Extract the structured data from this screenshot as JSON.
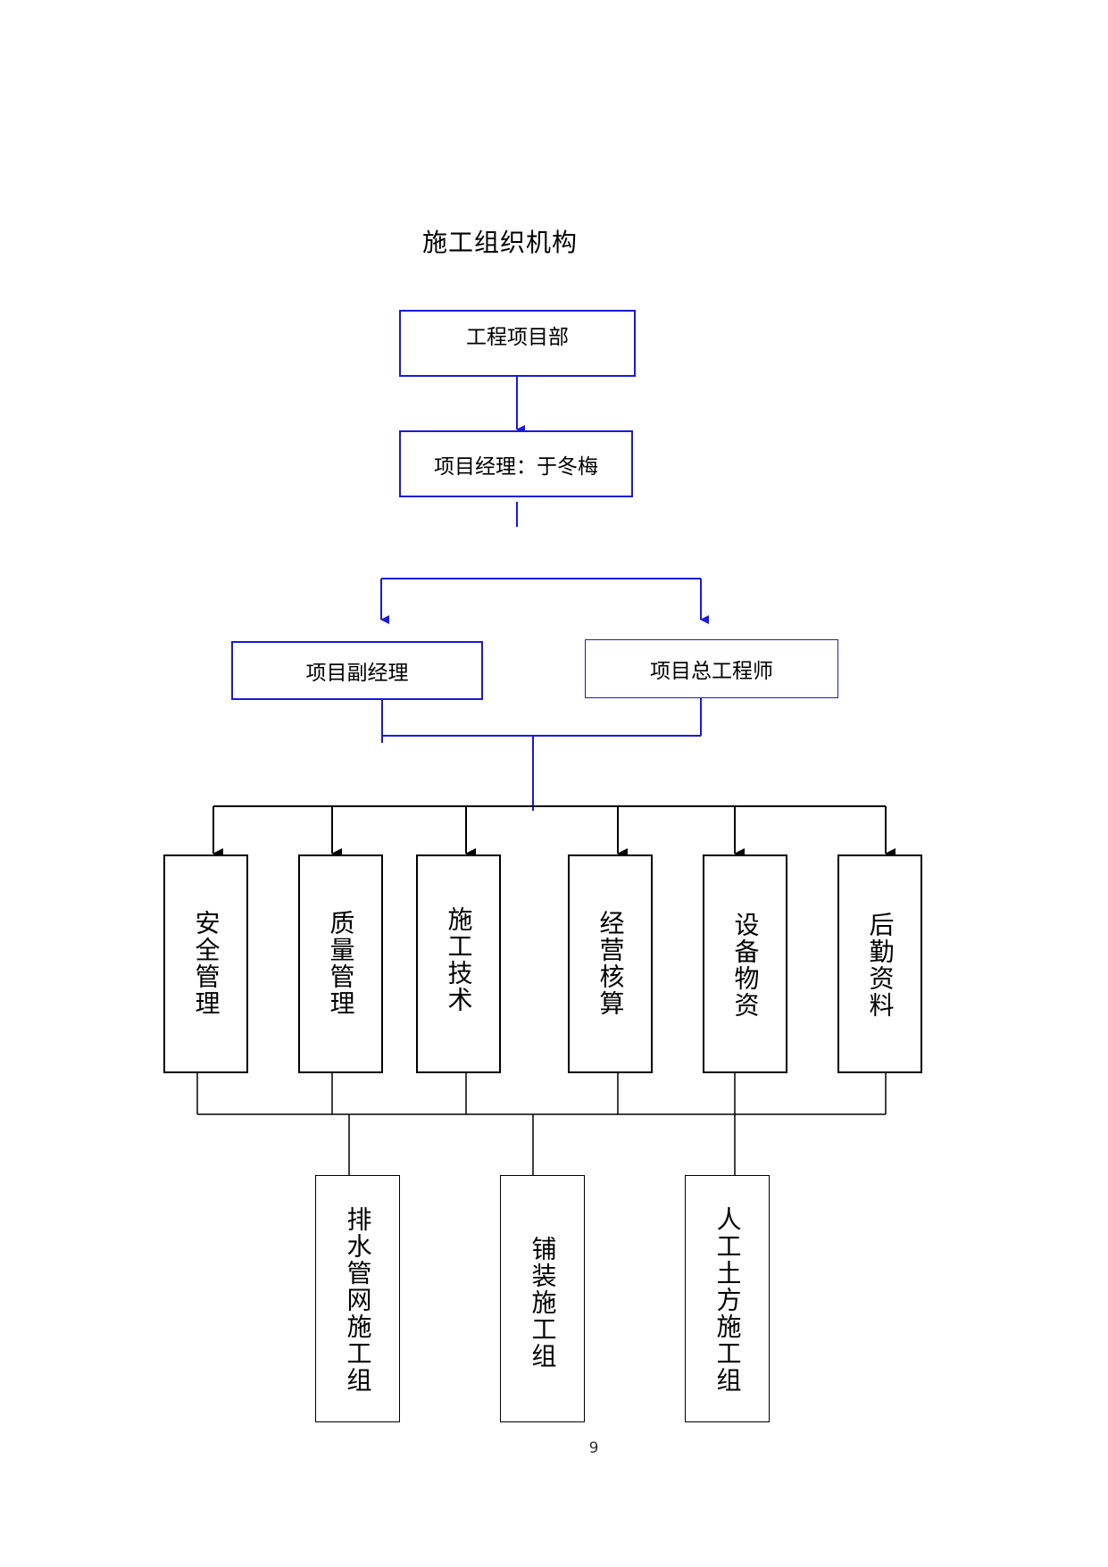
{
  "title": "施工组织机构",
  "top": {
    "dept": "工程项目部",
    "manager": "项目经理：于冬梅"
  },
  "mid": {
    "deputy": "项目副经理",
    "chief_engineer": "项目总工程师"
  },
  "departments": [
    "安全管理",
    "质量管理",
    "施工技术",
    "经营核算",
    "设备物资",
    "后勤资料"
  ],
  "teams": [
    "排水管网施工组",
    "铺装施工组",
    "人工土方施工组"
  ],
  "page_number": "9",
  "colors": {
    "blue_line": "#1a1adb",
    "black_line": "#000000"
  }
}
